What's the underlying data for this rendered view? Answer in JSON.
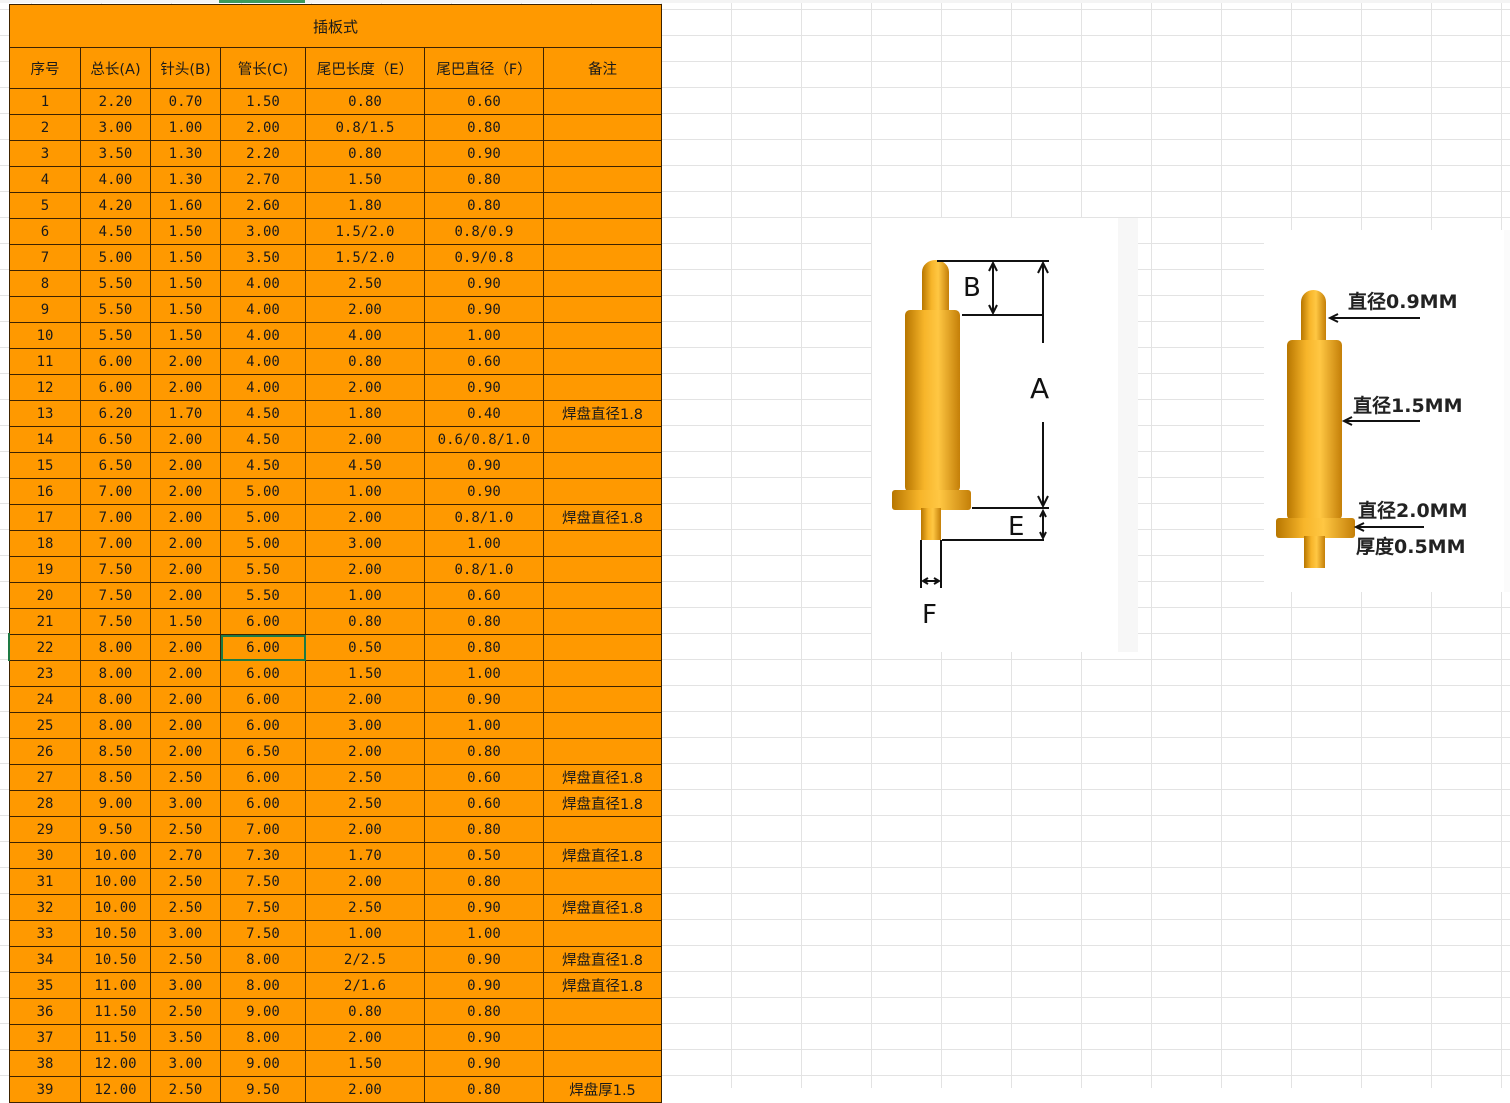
{
  "table": {
    "title": "插板式",
    "headers": [
      "序号",
      "总长(A)",
      "针头(B)",
      "管长(C)",
      "尾巴长度（E）",
      "尾巴直径（F）",
      "备注"
    ],
    "rows": [
      [
        "1",
        "2.20",
        "0.70",
        "1.50",
        "0.80",
        "0.60",
        ""
      ],
      [
        "2",
        "3.00",
        "1.00",
        "2.00",
        "0.8/1.5",
        "0.80",
        ""
      ],
      [
        "3",
        "3.50",
        "1.30",
        "2.20",
        "0.80",
        "0.90",
        ""
      ],
      [
        "4",
        "4.00",
        "1.30",
        "2.70",
        "1.50",
        "0.80",
        ""
      ],
      [
        "5",
        "4.20",
        "1.60",
        "2.60",
        "1.80",
        "0.80",
        ""
      ],
      [
        "6",
        "4.50",
        "1.50",
        "3.00",
        "1.5/2.0",
        "0.8/0.9",
        ""
      ],
      [
        "7",
        "5.00",
        "1.50",
        "3.50",
        "1.5/2.0",
        "0.9/0.8",
        ""
      ],
      [
        "8",
        "5.50",
        "1.50",
        "4.00",
        "2.50",
        "0.90",
        ""
      ],
      [
        "9",
        "5.50",
        "1.50",
        "4.00",
        "2.00",
        "0.90",
        ""
      ],
      [
        "10",
        "5.50",
        "1.50",
        "4.00",
        "4.00",
        "1.00",
        ""
      ],
      [
        "11",
        "6.00",
        "2.00",
        "4.00",
        "0.80",
        "0.60",
        ""
      ],
      [
        "12",
        "6.00",
        "2.00",
        "4.00",
        "2.00",
        "0.90",
        ""
      ],
      [
        "13",
        "6.20",
        "1.70",
        "4.50",
        "1.80",
        "0.40",
        "焊盘直径1.8"
      ],
      [
        "14",
        "6.50",
        "2.00",
        "4.50",
        "2.00",
        "0.6/0.8/1.0",
        ""
      ],
      [
        "15",
        "6.50",
        "2.00",
        "4.50",
        "4.50",
        "0.90",
        ""
      ],
      [
        "16",
        "7.00",
        "2.00",
        "5.00",
        "1.00",
        "0.90",
        ""
      ],
      [
        "17",
        "7.00",
        "2.00",
        "5.00",
        "2.00",
        "0.8/1.0",
        "焊盘直径1.8"
      ],
      [
        "18",
        "7.00",
        "2.00",
        "5.00",
        "3.00",
        "1.00",
        ""
      ],
      [
        "19",
        "7.50",
        "2.00",
        "5.50",
        "2.00",
        "0.8/1.0",
        ""
      ],
      [
        "20",
        "7.50",
        "2.00",
        "5.50",
        "1.00",
        "0.60",
        ""
      ],
      [
        "21",
        "7.50",
        "1.50",
        "6.00",
        "0.80",
        "0.80",
        ""
      ],
      [
        "22",
        "8.00",
        "2.00",
        "6.00",
        "0.50",
        "0.80",
        ""
      ],
      [
        "23",
        "8.00",
        "2.00",
        "6.00",
        "1.50",
        "1.00",
        ""
      ],
      [
        "24",
        "8.00",
        "2.00",
        "6.00",
        "2.00",
        "0.90",
        ""
      ],
      [
        "25",
        "8.00",
        "2.00",
        "6.00",
        "3.00",
        "1.00",
        ""
      ],
      [
        "26",
        "8.50",
        "2.00",
        "6.50",
        "2.00",
        "0.80",
        ""
      ],
      [
        "27",
        "8.50",
        "2.50",
        "6.00",
        "2.50",
        "0.60",
        "焊盘直径1.8"
      ],
      [
        "28",
        "9.00",
        "3.00",
        "6.00",
        "2.50",
        "0.60",
        "焊盘直径1.8"
      ],
      [
        "29",
        "9.50",
        "2.50",
        "7.00",
        "2.00",
        "0.80",
        ""
      ],
      [
        "30",
        "10.00",
        "2.70",
        "7.30",
        "1.70",
        "0.50",
        "焊盘直径1.8"
      ],
      [
        "31",
        "10.00",
        "2.50",
        "7.50",
        "2.00",
        "0.80",
        ""
      ],
      [
        "32",
        "10.00",
        "2.50",
        "7.50",
        "2.50",
        "0.90",
        "焊盘直径1.8"
      ],
      [
        "33",
        "10.50",
        "3.00",
        "7.50",
        "1.00",
        "1.00",
        ""
      ],
      [
        "34",
        "10.50",
        "2.50",
        "8.00",
        "2/2.5",
        "0.90",
        "焊盘直径1.8"
      ],
      [
        "35",
        "11.00",
        "3.00",
        "8.00",
        "2/1.6",
        "0.90",
        "焊盘直径1.8"
      ],
      [
        "36",
        "11.50",
        "2.50",
        "9.00",
        "0.80",
        "0.80",
        ""
      ],
      [
        "37",
        "11.50",
        "3.50",
        "8.00",
        "2.00",
        "0.90",
        ""
      ],
      [
        "38",
        "12.00",
        "3.00",
        "9.00",
        "1.50",
        "0.90",
        ""
      ],
      [
        "39",
        "12.00",
        "2.50",
        "9.50",
        "2.00",
        "0.80",
        "焊盘厚1.5"
      ]
    ],
    "active_cell": {
      "row": 22,
      "col": 4
    }
  },
  "diagram1": {
    "labels": {
      "b": "B",
      "a": "A",
      "e": "E",
      "f": "F"
    }
  },
  "diagram2": {
    "labels": {
      "tip": "直径0.9MM",
      "tube": "直径1.5MM",
      "flange": "直径2.0MM",
      "thickness": "厚度0.5MM"
    }
  },
  "colors": {
    "table_fill": "#ff9900",
    "pin_gold": "#f2a915",
    "selection": "#1e7a44"
  }
}
